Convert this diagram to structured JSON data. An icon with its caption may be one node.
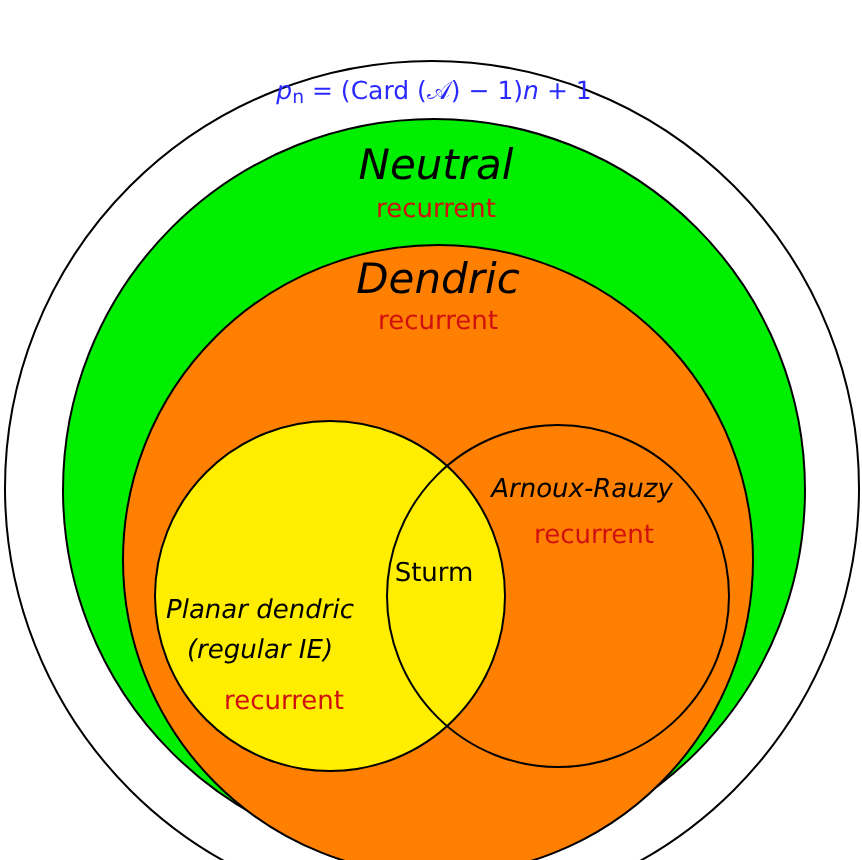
{
  "diagram": {
    "nodes": [
      {
        "text": [
          "*p*$_{n}$ = (Card (𝒜) − 1)*n* + 1"
        ]
      },
      {
        "text": [
          "Neutral",
          "recurrent"
        ],
        "in": 0
      },
      {
        "text": [
          "Dendric",
          "recurrent"
        ],
        "in": 1
      },
      {
        "text": [
          "Planar dendric (regular IE)",
          "recurrent"
        ],
        "in": 2
      },
      {
        "text": [
          "Arnoux-Rauzy",
          "recurrent"
        ],
        "in": 2
      },
      {
        "text": [
          "Sturm"
        ]
      }
    ]
  }
}
